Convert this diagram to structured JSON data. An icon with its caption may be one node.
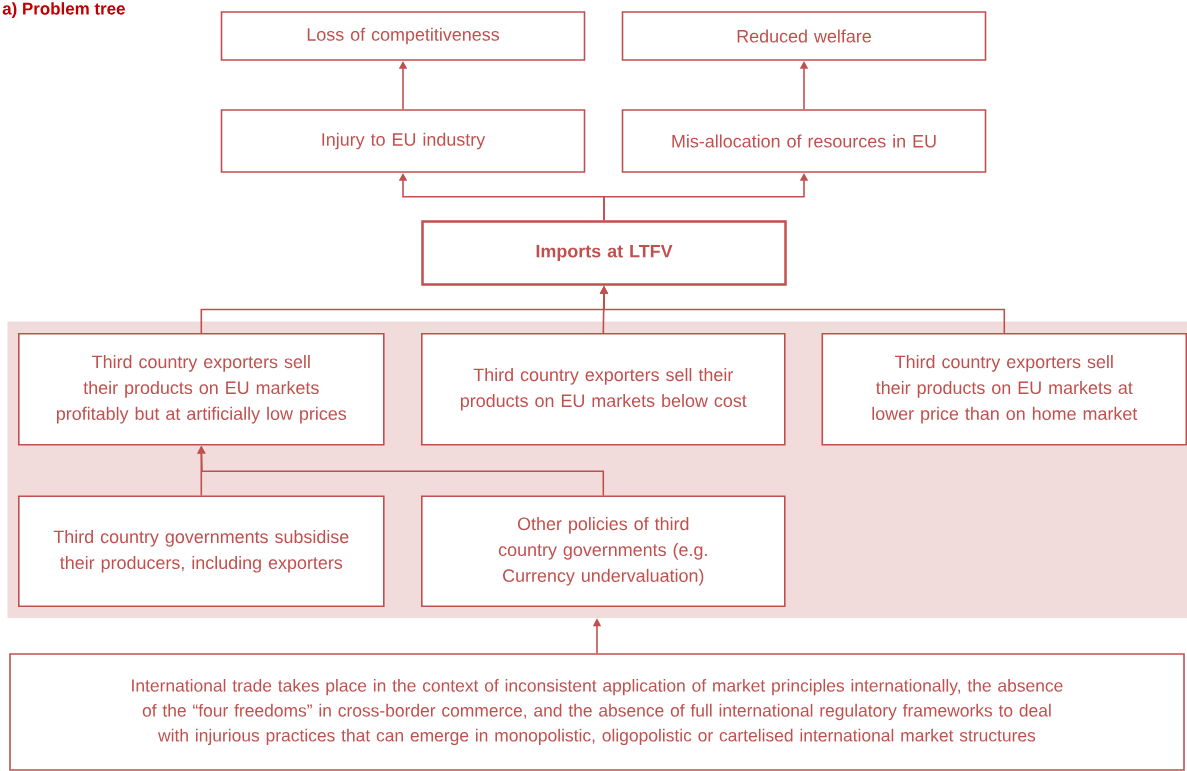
{
  "diagram": {
    "title": "a) Problem tree",
    "nodes": [
      {
        "text": [
          "Loss of competitiveness"
        ]
      },
      {
        "text": [
          "Reduced welfare"
        ]
      },
      {
        "text": [
          "Injury to EU industry"
        ]
      },
      {
        "text": [
          "Mis-allocation of resources in EU"
        ]
      },
      {
        "text": [
          "Imports at LTFV"
        ]
      },
      {
        "text": [],
        "shape": "box"
      },
      {
        "text": [
          "Third country exporters sell their products on EU markets profitably but at artificially low prices"
        ],
        "in": 5
      },
      {
        "text": [
          "Third country exporters sell their products on EU markets below cost"
        ],
        "in": 5
      },
      {
        "text": [
          "Third country exporters sell their products on EU markets at lower price than on home market"
        ],
        "in": 5
      },
      {
        "text": [
          "Third country governments subsidise their producers, including exporters"
        ],
        "in": 5
      },
      {
        "text": [
          "Other policies of third country governments (e.g. Currency undervaluation)"
        ],
        "in": 5
      },
      {
        "text": [
          "International trade takes place in the context of inconsistent application of market principles internationally, the absence of the “four freedoms” in cross-border commerce, and the absence of full international regulatory frameworks to deal with injurious practices that can emerge in monopolistic, oligopolistic or cartelised international market structures"
        ]
      }
    ],
    "edges": [
      {
        "from": 2,
        "to": 0,
        "arrow": "to"
      },
      {
        "from": 3,
        "to": 1,
        "arrow": "to"
      },
      {
        "from": 4,
        "to": 2,
        "arrow": "to"
      },
      {
        "from": 4,
        "to": 3,
        "arrow": "to"
      },
      {
        "from": 6,
        "to": 4,
        "arrow": "to"
      },
      {
        "from": 7,
        "to": 4,
        "arrow": "to"
      },
      {
        "from": 8,
        "to": 4,
        "arrow": "to"
      },
      {
        "from": 9,
        "to": 6,
        "arrow": "to"
      },
      {
        "from": 10,
        "to": 6,
        "arrow": "to"
      },
      {
        "from": 11,
        "to": 5,
        "arrow": "to"
      }
    ]
  }
}
